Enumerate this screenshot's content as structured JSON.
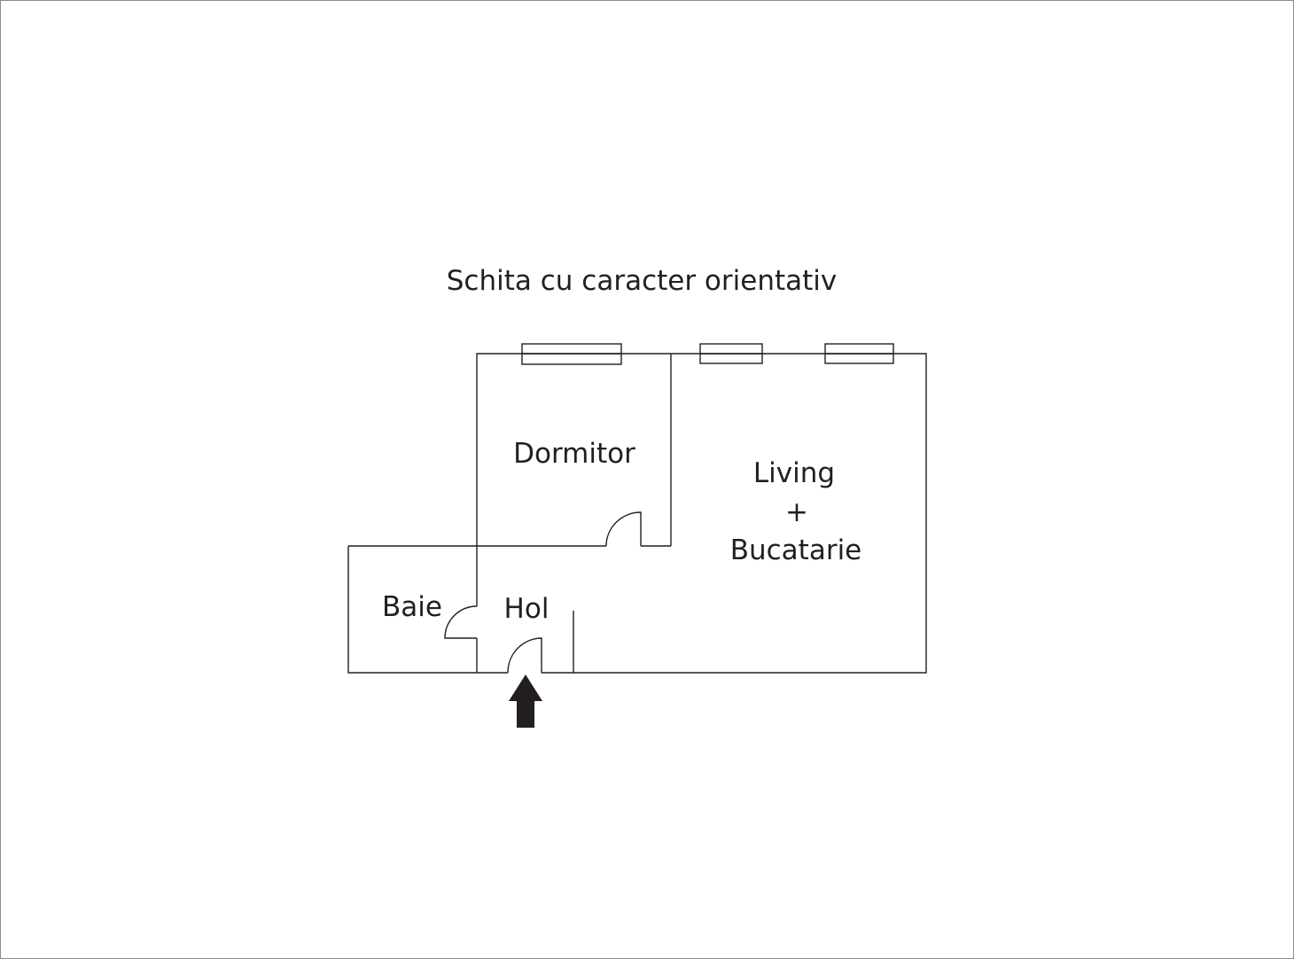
{
  "title": "Schita cu caracter orientativ",
  "rooms": {
    "dormitor": "Dormitor",
    "living_line1": "Living",
    "living_plus": "+",
    "living_line2": "Bucatarie",
    "baie": "Baie",
    "hol": "Hol"
  },
  "colors": {
    "line": "#231f20",
    "arrow": "#231f20",
    "background": "#ffffff",
    "frame": "#8c8c8c"
  },
  "icons": {
    "entrance": "entrance-arrow-icon"
  }
}
